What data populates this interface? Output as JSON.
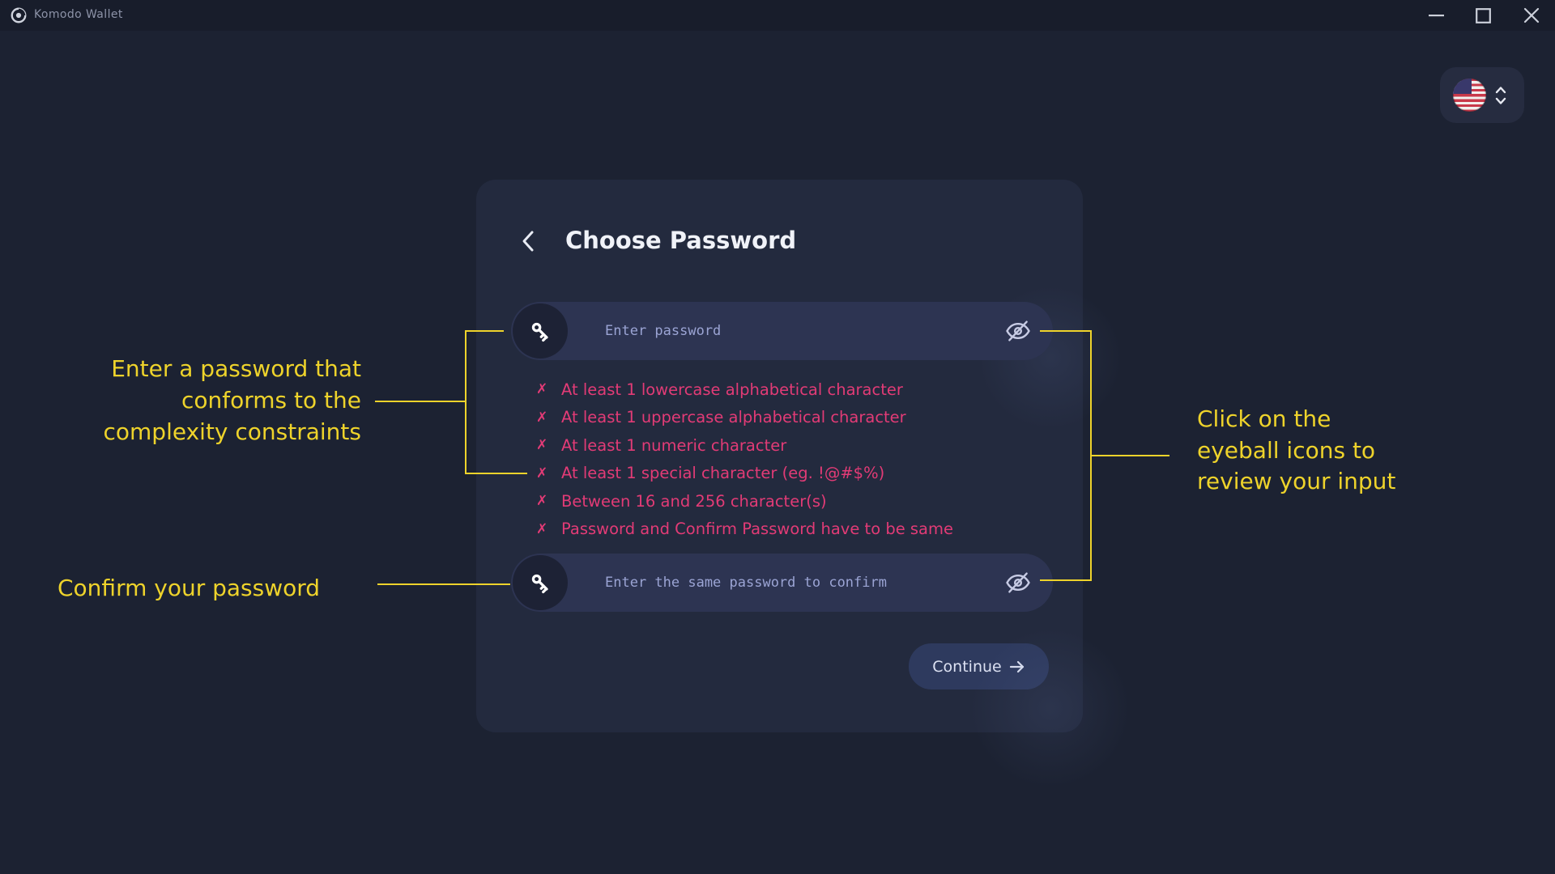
{
  "titlebar": {
    "app_title": "Komodo Wallet"
  },
  "card": {
    "title": "Choose Password",
    "password_placeholder": "Enter password",
    "confirm_placeholder": "Enter the same password to confirm",
    "requirement_marker": "✗",
    "requirements": [
      "At least 1 lowercase alphabetical character",
      "At least 1 uppercase alphabetical character",
      "At least 1 numeric character",
      "At least 1 special character (eg. !@#$%)",
      "Between 16 and 256 character(s)",
      "Password and Confirm Password have to be same"
    ],
    "continue_label": "Continue"
  },
  "annotations": {
    "password_note": [
      "Enter a password that",
      "conforms to the",
      "complexity constraints"
    ],
    "confirm_note": "Confirm your password",
    "eyeball_note": [
      "Click on the",
      "eyeball icons to",
      "review your input"
    ]
  },
  "icons": {
    "logo": "komodo-ring",
    "back": "chevron-left",
    "password_field": "key",
    "visibility_toggle": "eye-slash",
    "language_flag": "us-flag",
    "language_selector": "chevron-up-down",
    "continue": "arrow-right",
    "window": [
      "minimize",
      "maximize",
      "close"
    ]
  },
  "colors": {
    "background": "#1c2232",
    "titlebar": "#181d2b",
    "card": "#232a3e",
    "input": "#2d3452",
    "button": "#2e3a5e",
    "error_pink": "#e23b76",
    "annotation_yellow": "#eed32b"
  }
}
